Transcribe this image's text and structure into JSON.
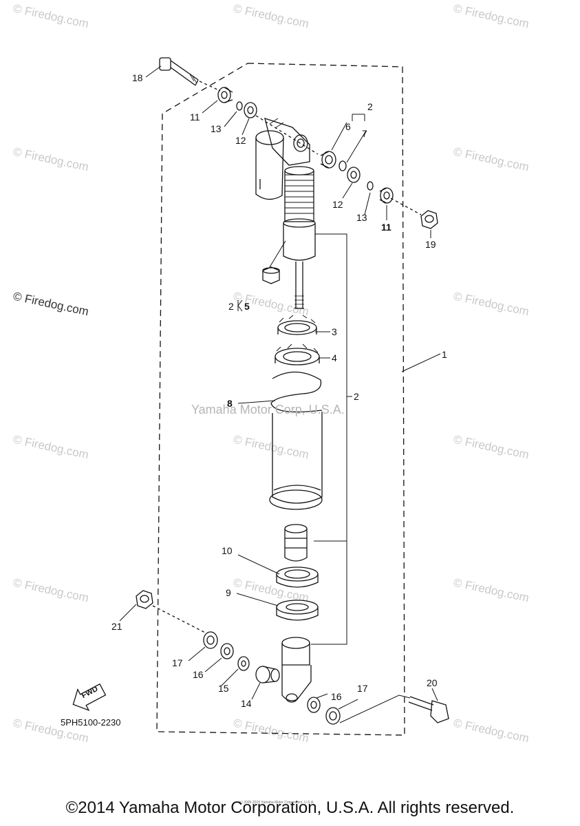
{
  "watermark": {
    "site": "© Firedog.com",
    "maker": "Yamaha Motor Corp, U.S.A."
  },
  "diagram": {
    "code": "5PH5100-2230",
    "fwd_label": "FWD",
    "labels": {
      "l1": "1",
      "l2a": "2",
      "l2b": "2",
      "l2c": "2",
      "l3": "3",
      "l4": "4",
      "l5": "5",
      "l6": "6",
      "l7": "7",
      "l8": "8",
      "l9": "9",
      "l10": "10",
      "l11a": "11",
      "l11b": "11",
      "l12a": "12",
      "l12b": "12",
      "l13a": "13",
      "l13b": "13",
      "l14": "14",
      "l15": "15",
      "l16a": "16",
      "l16b": "16",
      "l17a": "17",
      "l17b": "17",
      "l18": "18",
      "l19": "19",
      "l20": "20",
      "l21": "21"
    }
  },
  "footer": {
    "copyright": "©2014 Yamaha Motor Corporation, U.S.A. All rights reserved.",
    "small": "(c) 2005-2015 Yamaha Motor Corporation, U.S.A."
  }
}
